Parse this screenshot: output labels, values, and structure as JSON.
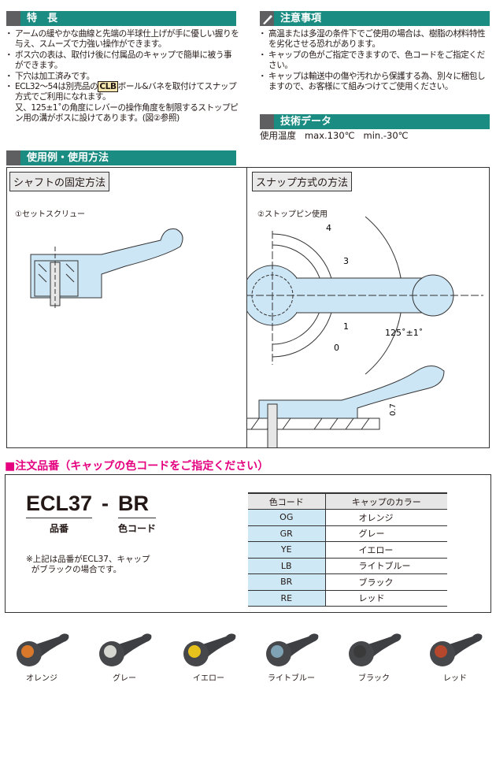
{
  "features": {
    "title": "特　長",
    "items": [
      "アームの緩やかな曲線と先端の半球仕上げが手に優しい握りを与え、スムーズで力強い操作ができます。",
      "ボス穴の表は、取付け後に付属品のキャップで簡単に被う事ができます。",
      "下穴は加工済みです。"
    ],
    "item4_pre": "ECL32～54は別売品の",
    "item4_badge": "CLB",
    "item4_post": "ボール&バネを取付けてスナップ方式でご利用になれます。",
    "item4_extra": "又、125±1˚の角度にレバーの操作角度を制限するストップピン用の溝がボスに設けてあります。(図②参照)"
  },
  "cautions": {
    "title": "注意事項",
    "items": [
      "高温または多湿の条件下でご使用の場合は、樹脂の材料特性を劣化させる恐れがあります。",
      "キャップの色がご指定できますので、色コードをご指定ください。",
      "キャップは輸送中の傷や汚れから保護する為、別々に梱包しますので、お客様にて組みつけてご使用ください。"
    ]
  },
  "tech": {
    "title": "技術データ",
    "label": "使用温度",
    "max": "max.130℃",
    "min": "min.-30℃"
  },
  "usage": {
    "title": "使用例・使用方法",
    "left": {
      "title": "シャフトの固定方法",
      "sub": "①セットスクリュー"
    },
    "right": {
      "title": "スナップ方式の方法",
      "sub": "②ストップピン使用",
      "angle": "125˚±1˚",
      "dim": "0.7",
      "marks": [
        "0",
        "1",
        "3",
        "4"
      ]
    }
  },
  "order": {
    "title": "■注文品番（キャップの色コードをご指定ください）",
    "part": "ECL37",
    "sep": "-",
    "code": "BR",
    "part_label": "品番",
    "code_label": "色コード",
    "note1": "※上記は品番がECL37、キャップ",
    "note2": "がブラックの場合です。",
    "table": {
      "headers": [
        "色コード",
        "キャップのカラー"
      ],
      "rows": [
        {
          "code": "OG",
          "color": "オレンジ"
        },
        {
          "code": "GR",
          "color": "グレー"
        },
        {
          "code": "YE",
          "color": "イエロー"
        },
        {
          "code": "LB",
          "color": "ライトブルー"
        },
        {
          "code": "BR",
          "color": "ブラック"
        },
        {
          "code": "RE",
          "color": "レッド"
        }
      ]
    }
  },
  "products": [
    {
      "label": "オレンジ",
      "color": "#d9782a"
    },
    {
      "label": "グレー",
      "color": "#d6d6d0"
    },
    {
      "label": "イエロー",
      "color": "#e8c21c"
    },
    {
      "label": "ライトブルー",
      "color": "#7fa3b4"
    },
    {
      "label": "ブラック",
      "color": "#3a3a3a"
    },
    {
      "label": "レッド",
      "color": "#b5482c"
    }
  ],
  "colors": {
    "teal": "#1a8c82",
    "magenta": "#e4007f",
    "lightblue": "#cfe8f6"
  }
}
